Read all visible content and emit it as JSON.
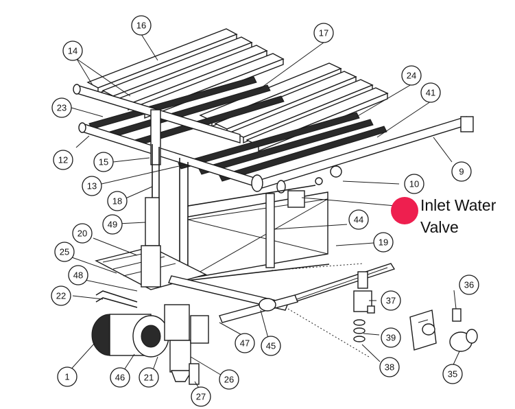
{
  "callouts": [
    "1",
    "9",
    "10",
    "12",
    "13",
    "14",
    "15",
    "16",
    "17",
    "18",
    "19",
    "20",
    "21",
    "22",
    "23",
    "24",
    "25",
    "26",
    "27",
    "35",
    "36",
    "37",
    "38",
    "39",
    "41",
    "44",
    "45",
    "46",
    "47",
    "48",
    "49"
  ],
  "highlight": {
    "marker_color": "#ee1f4f",
    "label_line1": "Inlet Water",
    "label_line2": "Valve"
  }
}
